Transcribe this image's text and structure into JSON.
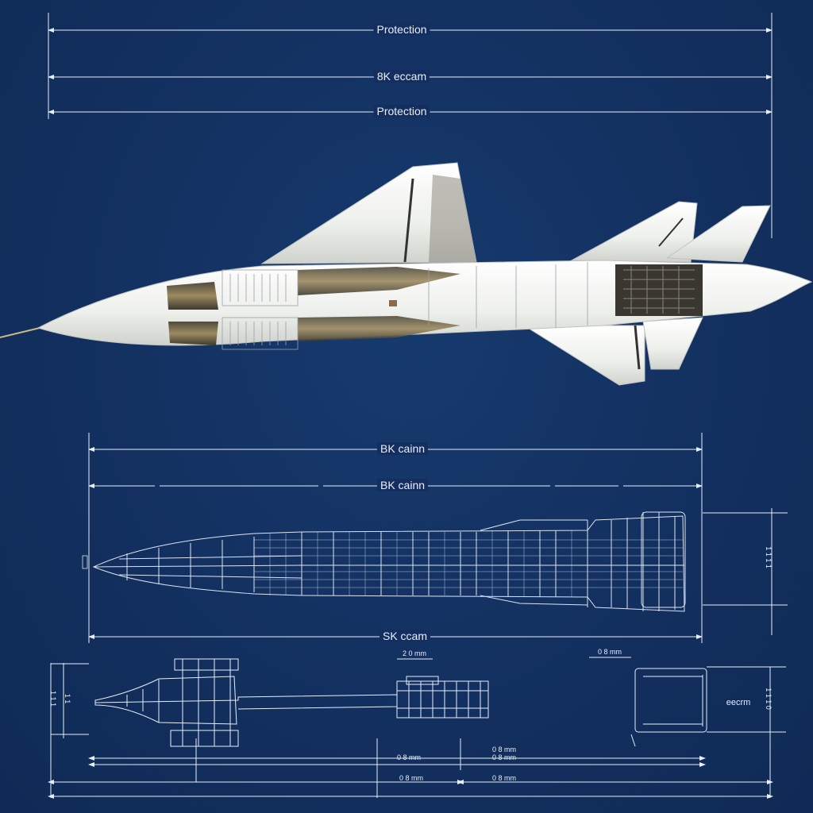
{
  "top_dimensions": {
    "line1": "Protection",
    "line2": "8K eccam",
    "line3": "Protection"
  },
  "middle_dimensions": {
    "line1": "BK cainn",
    "line2": "BK cainn",
    "bottom": "SK ccam"
  },
  "bottom_dimensions": {
    "mid_top": "2 0 mm",
    "right_top": "0 8 mm",
    "right_label": "eecrm",
    "dim_a": "0 8 mm",
    "dim_b": "0 8 mm",
    "dim_c": "0 8 mm",
    "dim_d": "0 8 mm",
    "dim_e": "0 8 mm"
  },
  "side_marks": {
    "left_mid": "1 1",
    "left_bottom": "1 1 1",
    "right_mid": "1 1 1 1",
    "right_bottom": "1 1 1 0"
  },
  "colors": {
    "background": "#122f5e",
    "lines": "#e7eef8",
    "aircraft_body": "#f3f4f1",
    "aircraft_shadow": "#c9ccc8",
    "cockpit_gold": "#7a6a48"
  }
}
